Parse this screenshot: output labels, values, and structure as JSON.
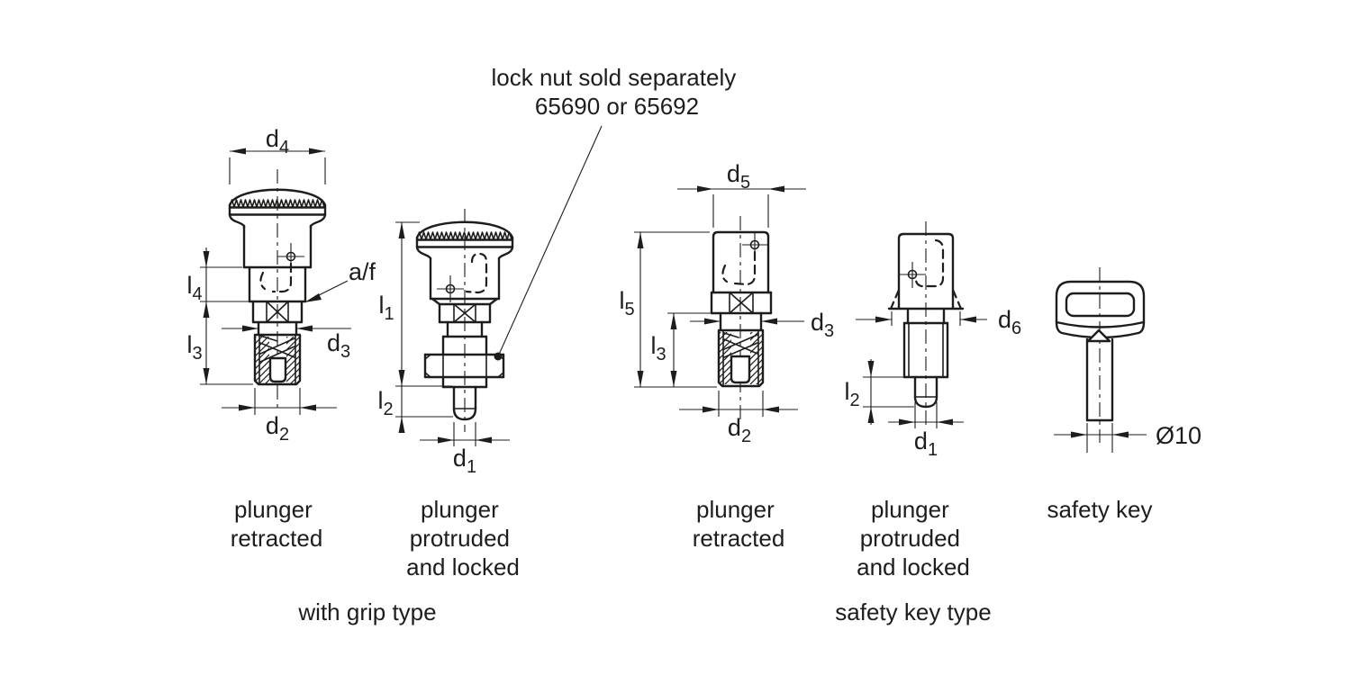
{
  "note": {
    "lines": [
      "lock nut sold separately",
      "65690 or 65692"
    ]
  },
  "dims": {
    "d1": {
      "base": "d",
      "sub": "1"
    },
    "d2": {
      "base": "d",
      "sub": "2"
    },
    "d3": {
      "base": "d",
      "sub": "3"
    },
    "d4": {
      "base": "d",
      "sub": "4"
    },
    "d5": {
      "base": "d",
      "sub": "5"
    },
    "d6": {
      "base": "d",
      "sub": "6"
    },
    "l1": {
      "base": "l",
      "sub": "1"
    },
    "l2": {
      "base": "l",
      "sub": "2"
    },
    "l3": {
      "base": "l",
      "sub": "3"
    },
    "l4": {
      "base": "l",
      "sub": "4"
    },
    "l5": {
      "base": "l",
      "sub": "5"
    },
    "af": {
      "base": "a/f",
      "sub": ""
    },
    "dia10": {
      "base": "Ø10",
      "sub": ""
    }
  },
  "figures": [
    {
      "key": "grip-retracted",
      "caption": [
        "plunger",
        "retracted"
      ]
    },
    {
      "key": "grip-protruded",
      "caption": [
        "plunger",
        "protruded",
        "and locked"
      ]
    },
    {
      "key": "safetykey-retracted",
      "caption": [
        "plunger",
        "retracted"
      ]
    },
    {
      "key": "safetykey-protruded",
      "caption": [
        "plunger",
        "protruded",
        "and locked"
      ]
    },
    {
      "key": "safety-key",
      "caption": [
        "safety key"
      ]
    }
  ],
  "groups": {
    "grip": "with grip type",
    "safety": "safety key type"
  },
  "colors": {
    "ink": "#1d1d1b",
    "background": "#ffffff"
  }
}
